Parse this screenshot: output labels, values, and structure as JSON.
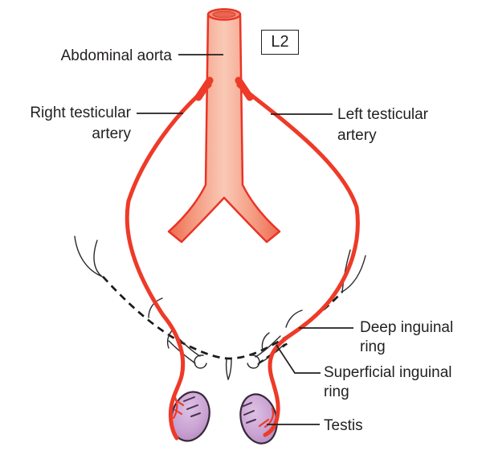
{
  "figure": {
    "type": "anatomical-diagram",
    "subject": "Testicular arteries arising from abdominal aorta at L2, descending through inguinal canal to testes",
    "background": "#ffffff"
  },
  "labels": {
    "abdominal_aorta": "Abdominal aorta",
    "right_testicular_1": "Right testicular",
    "right_testicular_2": "artery",
    "left_testicular_1": "Left testicular",
    "left_testicular_2": "artery",
    "deep_ring_1": "Deep inguinal",
    "deep_ring_2": "ring",
    "superficial_ring_1": "Superficial inguinal",
    "superficial_ring_2": "ring",
    "testis": "Testis",
    "vertebra": "L2"
  },
  "colors": {
    "artery_red": "#ee3a28",
    "aorta_outline": "#e93425",
    "aorta_fill_center": "#f9c9b6",
    "aorta_fill_edge": "#ed6a50",
    "testis_fill": "#c9a2d2",
    "testis_outline": "#39283c",
    "ligament_dash": "#1a1a1a",
    "label_text": "#231f20"
  }
}
